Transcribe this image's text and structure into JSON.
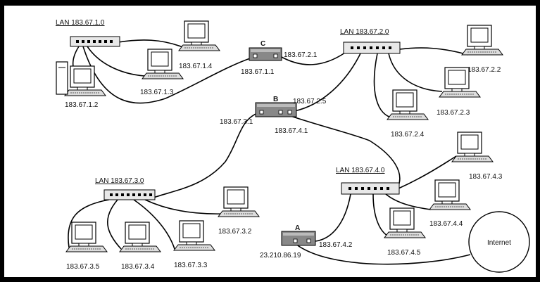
{
  "lans": [
    {
      "id": "lan1",
      "label": "LAN 183.67.1.0"
    },
    {
      "id": "lan2",
      "label": "LAN 183.67.2.0"
    },
    {
      "id": "lan3",
      "label": "LAN 183.67.3.0"
    },
    {
      "id": "lan4",
      "label": "LAN 183.67.4.0"
    }
  ],
  "routers": [
    {
      "id": "A",
      "label": "A",
      "interfaces": [
        "23.210.86.19",
        "183.67.4.2"
      ]
    },
    {
      "id": "B",
      "label": "B",
      "interfaces": [
        "183.67.3.1",
        "183.67.2.5",
        "183.67.4.1"
      ]
    },
    {
      "id": "C",
      "label": "C",
      "interfaces": [
        "183.67.1.1",
        "183.67.2.1"
      ]
    }
  ],
  "hosts": [
    {
      "id": "h1_2",
      "label": "183.67.1.2",
      "tower": true
    },
    {
      "id": "h1_3",
      "label": "183.67.1.3"
    },
    {
      "id": "h1_4",
      "label": "183.67.1.4"
    },
    {
      "id": "h2_2",
      "label": "183.67.2.2"
    },
    {
      "id": "h2_3",
      "label": "183.67.2.3"
    },
    {
      "id": "h2_4",
      "label": "183.67.2.4"
    },
    {
      "id": "h3_2",
      "label": "183.67.3.2"
    },
    {
      "id": "h3_3",
      "label": "183.67.3.3"
    },
    {
      "id": "h3_4",
      "label": "183.67.3.4"
    },
    {
      "id": "h3_5",
      "label": "183.67.3.5"
    },
    {
      "id": "h4_3",
      "label": "183.67.4.3"
    },
    {
      "id": "h4_4",
      "label": "183.67.4.4"
    },
    {
      "id": "h4_5",
      "label": "183.67.4.5"
    }
  ],
  "internet": {
    "label": "Internet"
  }
}
